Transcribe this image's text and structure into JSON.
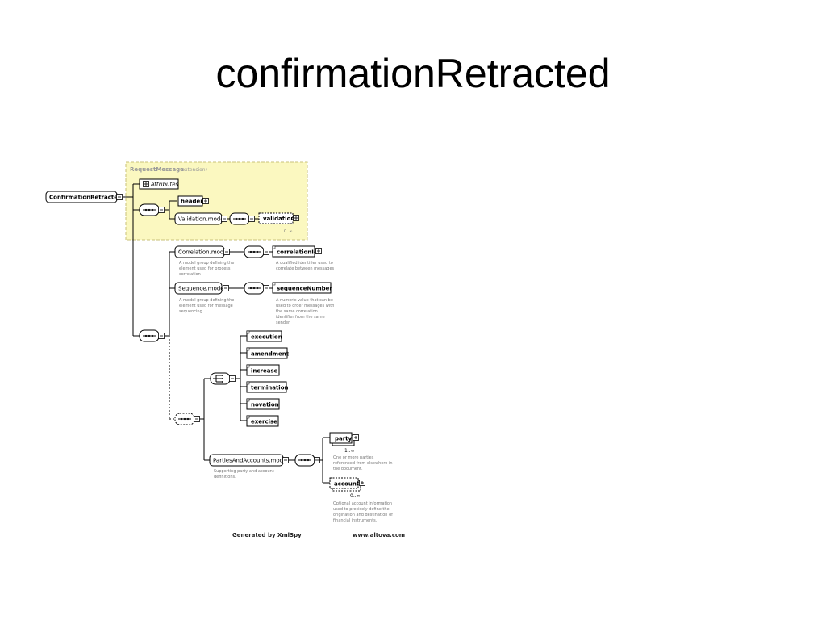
{
  "title": "confirmationRetracted",
  "diagram": {
    "root": "ConfirmationRetracted",
    "extension_group": {
      "name": "RequestMessage",
      "kind": "(extension)"
    },
    "attributes": "attributes",
    "header": "header",
    "validation_model": "Validation.model",
    "validation": "validation",
    "validation_card": "0..∞",
    "correlation_model": "Correlation.model",
    "correlation_model_desc": [
      "A model group defining the",
      "element used for process",
      "correlation"
    ],
    "correlation_id": "correlationId",
    "correlation_id_desc": [
      "A qualified identifier used to",
      "correlate between messages"
    ],
    "sequence_model": "Sequence.model",
    "sequence_model_desc": [
      "A model group defining the",
      "element used for message",
      "sequencing"
    ],
    "sequence_number": "sequenceNumber",
    "sequence_number_desc": [
      "A numeric value that can be",
      "used to order messages with",
      "the same correlation",
      "identifier from the same",
      "sender."
    ],
    "choice_items": [
      "execution",
      "amendment",
      "increase",
      "termination",
      "novation",
      "exercise"
    ],
    "parties_model": "PartiesAndAccounts.model",
    "parties_model_desc": [
      "Supporting party and account",
      "definitions."
    ],
    "party": "party",
    "party_card": "1..∞",
    "party_desc": [
      "One or more parties",
      "referenced from elsewhere in",
      "the document."
    ],
    "account": "account",
    "account_card": "0..∞",
    "account_desc": [
      "Optional account information",
      "used to precisely define the",
      "origination and destination of",
      "financial instruments."
    ],
    "footer_left": "Generated by XmlSpy",
    "footer_right": "www.altova.com"
  }
}
